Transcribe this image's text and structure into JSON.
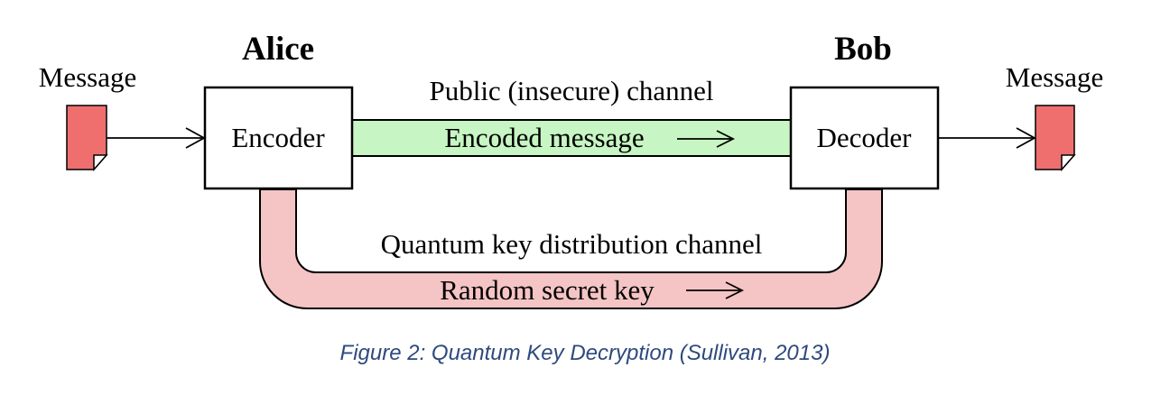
{
  "diagram": {
    "sender": {
      "name": "Alice",
      "box_label": "Encoder"
    },
    "receiver": {
      "name": "Bob",
      "box_label": "Decoder"
    },
    "input_label": "Message",
    "output_label": "Message",
    "public_channel": {
      "title": "Public (insecure) channel",
      "payload": "Encoded message"
    },
    "quantum_channel": {
      "title": "Quantum key distribution channel",
      "payload": "Random secret key"
    },
    "colors": {
      "public_channel_fill": "#c7f5c3",
      "quantum_channel_fill": "#f5c4c4",
      "document_fill": "#ef6f6f",
      "caption_color": "#2e4a7d"
    },
    "icons": {
      "document": "document-icon",
      "arrow": "arrow-right-icon"
    }
  },
  "caption": "Figure 2: Quantum Key Decryption (Sullivan, 2013)"
}
